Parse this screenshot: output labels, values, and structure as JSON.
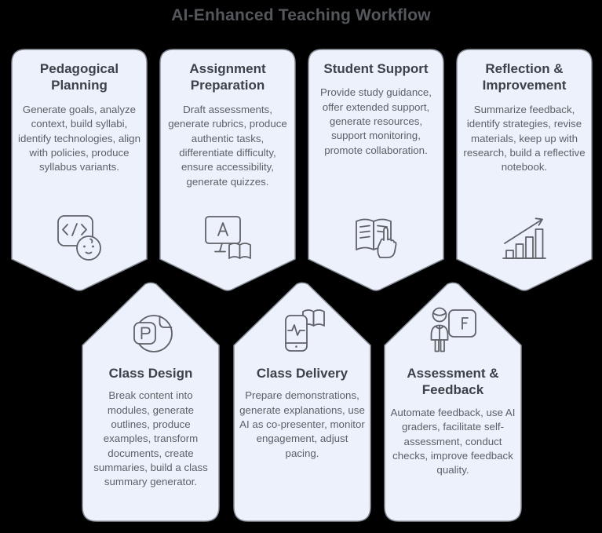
{
  "title": "AI-Enhanced Teaching Workflow",
  "colors": {
    "background": "#000000",
    "card_fill": "#edf1fb",
    "card_stroke": "#878e96",
    "main_title_color": "#54585d",
    "card_title_color": "#3d4248",
    "body_text_color": "#5c6166",
    "icon_stroke": "#5f6368"
  },
  "top_row": [
    {
      "title": "Pedagogical Planning",
      "description": "Generate goals, analyze context, build syllabi, identify technologies, align with policies, produce syllabus variants.",
      "icon": "code-smiley-icon"
    },
    {
      "title": "Assignment Preparation",
      "description": "Draft assessments, generate rubrics, produce authentic tasks, differentiate difficulty, ensure accessibility, generate quizzes.",
      "icon": "monitor-book-icon"
    },
    {
      "title": "Student Support",
      "description": "Provide study guidance, offer extended support, generate resources, support monitoring, promote collaboration.",
      "icon": "book-pointing-hand-icon"
    },
    {
      "title": "Reflection & Improvement",
      "description": "Summarize feedback, identify strategies, revise materials, keep up with research, build a reflective notebook.",
      "icon": "growth-chart-icon"
    }
  ],
  "bottom_row": [
    {
      "title": "Class Design",
      "description": "Break content into modules, generate outlines, produce examples, transform documents, create summaries, build a class summary generator.",
      "icon": "pie-presentation-icon"
    },
    {
      "title": "Class Delivery",
      "description": "Prepare demonstrations, generate explanations, use AI as co-presenter, monitor engagement, adjust pacing.",
      "icon": "phone-book-icon"
    },
    {
      "title": "Assessment & Feedback",
      "description": "Automate feedback, use AI graders, facilitate self-assessment, conduct checks, improve feedback quality.",
      "icon": "teacher-board-icon"
    }
  ]
}
